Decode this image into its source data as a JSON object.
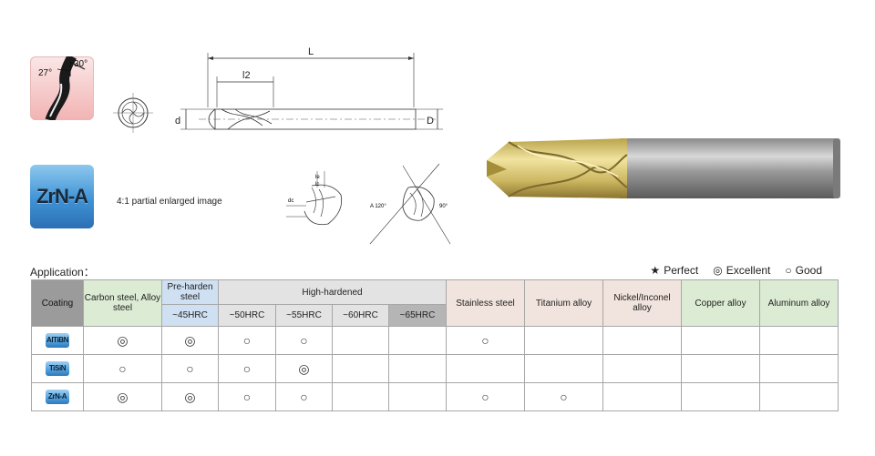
{
  "helix": {
    "angle_a": "27°",
    "angle_b": "30°"
  },
  "drawing": {
    "label_L": "L",
    "label_l2": "l2",
    "label_d": "d",
    "label_D": "D",
    "label_le": "le",
    "label_lc": "lc",
    "label_dc": "dc",
    "label_A": "A 120°",
    "label_90": "90°"
  },
  "coating_badge": {
    "text": "ZrN-A"
  },
  "enlarged_caption": "4:1  partial enlarged image",
  "application_label": "Application：",
  "legend": [
    {
      "symbol": "★",
      "label": "Perfect"
    },
    {
      "symbol": "◎",
      "label": "Excellent"
    },
    {
      "symbol": "○",
      "label": "Good"
    }
  ],
  "table": {
    "headers": {
      "coating": "Coating",
      "carbon": "Carbon steel, Alloy steel",
      "prehard": "Pre-harden steel",
      "prehard_sub": "~45HRC",
      "highhard": "High-hardened",
      "hrc50": "~50HRC",
      "hrc55": "~55HRC",
      "hrc60": "~60HRC",
      "hrc65": "~65HRC",
      "stainless": "Stainless steel",
      "titanium": "Titanium alloy",
      "nickel": "Nickel/Inconel alloy",
      "copper": "Copper alloy",
      "aluminum": "Aluminum alloy"
    },
    "rows": [
      {
        "coating": "AlTiBN",
        "cells": [
          "◎",
          "◎",
          "○",
          "○",
          "",
          "",
          "○",
          "",
          "",
          "",
          ""
        ]
      },
      {
        "coating": "TiSiN",
        "cells": [
          "○",
          "○",
          "○",
          "◎",
          "",
          "",
          "",
          "",
          "",
          "",
          ""
        ]
      },
      {
        "coating": "ZrN-A",
        "cells": [
          "◎",
          "◎",
          "○",
          "○",
          "",
          "",
          "○",
          "○",
          "",
          "",
          ""
        ]
      }
    ]
  }
}
